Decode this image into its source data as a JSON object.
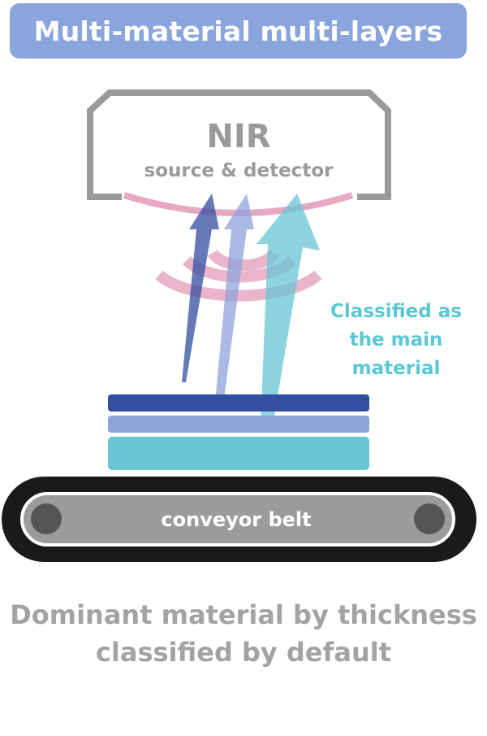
{
  "header": {
    "title": "Multi-material multi-layers"
  },
  "detector": {
    "title": "NIR",
    "subtitle": "source & detector"
  },
  "classification": {
    "lines": [
      "Classified as",
      "the main",
      "material"
    ],
    "color": "#5cc7d4"
  },
  "belt": {
    "label": "conveyor belt"
  },
  "layers": [
    {
      "name": "top-layer",
      "color": "#344ea0"
    },
    {
      "name": "middle-layer",
      "color": "#8fa3db"
    },
    {
      "name": "bottom-layer",
      "color": "#68c5d4"
    }
  ],
  "caption": {
    "lines": [
      "Dominant material by thickness",
      "classified by default"
    ]
  },
  "colors": {
    "banner": "#8aa4dc",
    "signal_waves": "#e7a9c1",
    "housing": "#9a9a9a"
  }
}
